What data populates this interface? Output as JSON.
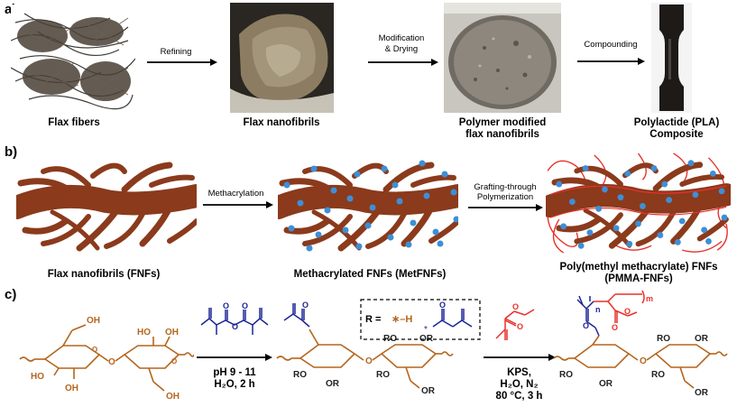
{
  "panel_a": {
    "letter": "a)",
    "captions": [
      "Flax fibers",
      "Flax nanofibrils",
      "Polymer modified",
      "flax nanofibrils",
      "Polylactide (PLA)",
      "Composite"
    ],
    "steps": [
      "Refining",
      "Modification",
      "& Drying",
      "Compounding"
    ]
  },
  "panel_b": {
    "letter": "b)",
    "captions": [
      "Flax nanofibrils (FNFs)",
      "Methacrylated FNFs (MetFNFs)",
      "Poly(methyl methacrylate) FNFs",
      "(PMMA-FNFs)"
    ],
    "steps": [
      "Methacrylation",
      "Grafting-through",
      "Polymerization"
    ]
  },
  "panel_c": {
    "letter": "c)",
    "cond1": [
      "pH 9 - 11",
      "H₂O, 2 h"
    ],
    "cond2": [
      "KPS,",
      "H₂O, N₂",
      "80 °C, 3 h"
    ],
    "r_def": "R =",
    "r_h": "∗–H",
    "oh": "OH",
    "or": "OR",
    "ro": "RO",
    "sub_n": "n",
    "sub_m": "m"
  },
  "colors": {
    "fibril": "#8b3a1c",
    "dot": "#3d8fd6",
    "pmma": "#e8302a",
    "sugar": "#b5651d",
    "methacryl": "#1c2596",
    "arrow": "#000000"
  }
}
